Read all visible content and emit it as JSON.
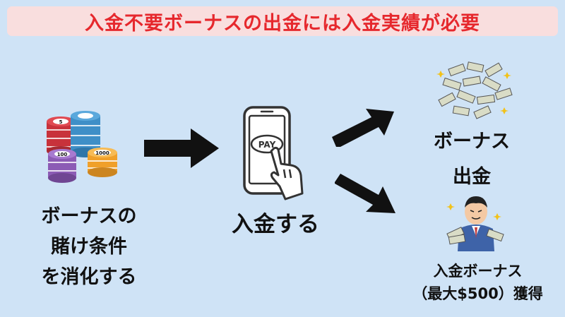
{
  "title": "入金不要ボーナスの出金には入金実績が必要",
  "steps": {
    "wagering": {
      "line1": "ボーナスの",
      "line2": "賭け条件",
      "line3": "を消化する"
    },
    "deposit": {
      "label": "入金する",
      "pay_text": "PAY"
    },
    "cashout": {
      "line1": "ボーナス",
      "line2": "出金"
    },
    "deposit_bonus": {
      "line1": "入金ボーナス",
      "line2": "（最大$500）獲得"
    }
  },
  "chip_labels": [
    "5",
    "100",
    "1000"
  ],
  "icons": [
    "casino-chips-icon",
    "smartphone-pay-icon",
    "money-shower-icon",
    "businessman-money-icon",
    "arrow-right-icon",
    "arrow-up-right-icon",
    "arrow-down-right-icon"
  ],
  "colors": {
    "background": "#cfe3f6",
    "title_bg": "#f9dede",
    "title_text": "#e6282d",
    "text": "#111111"
  }
}
